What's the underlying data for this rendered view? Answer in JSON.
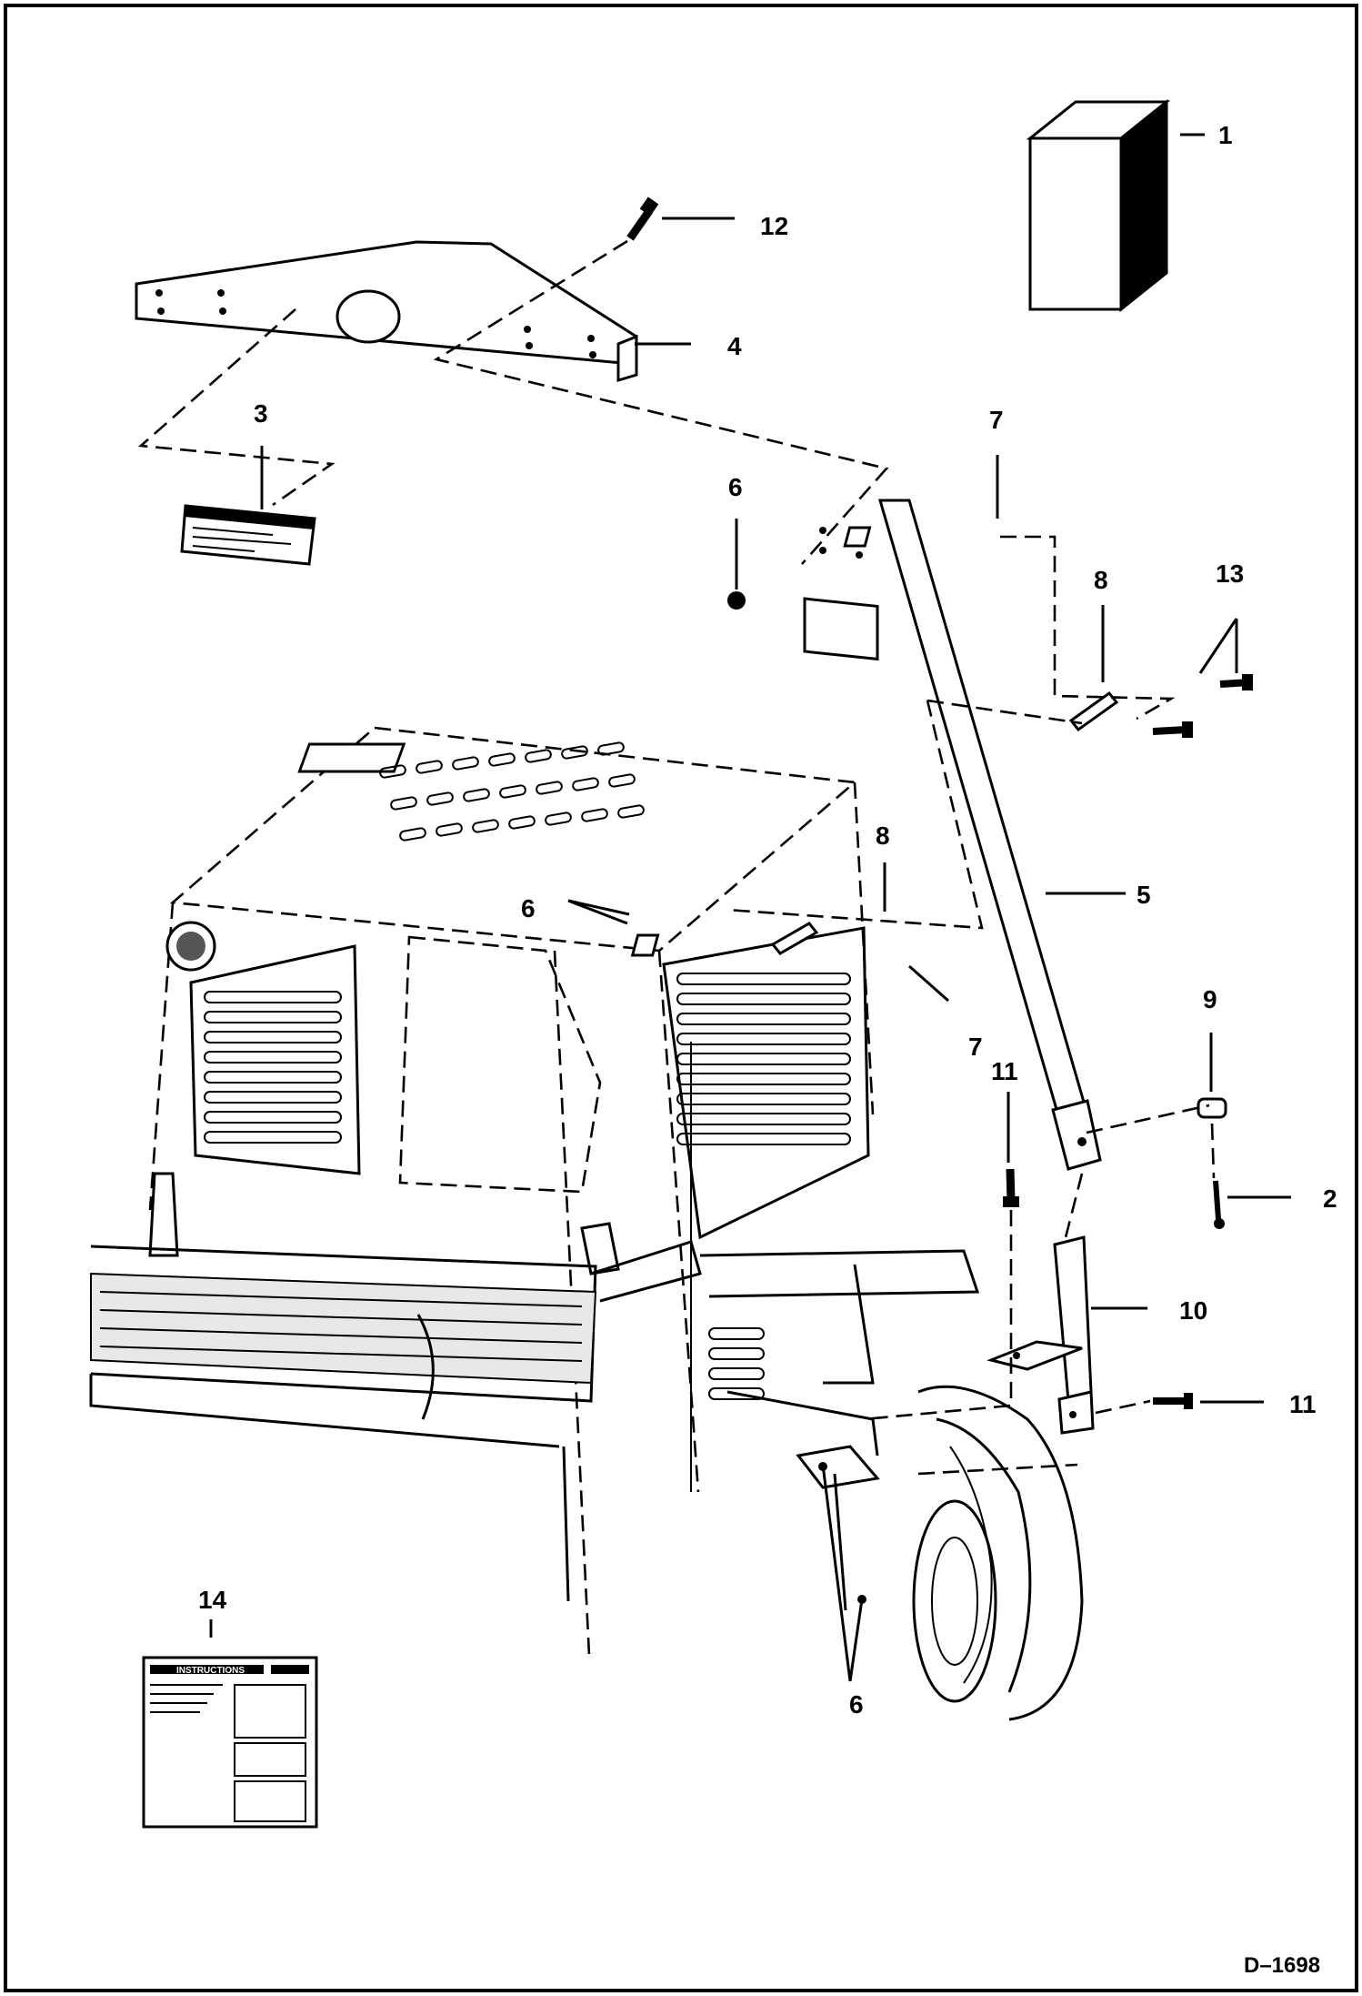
{
  "diagram": {
    "callouts": [
      {
        "id": "c1",
        "label": "1"
      },
      {
        "id": "c2",
        "label": "2"
      },
      {
        "id": "c3",
        "label": "3"
      },
      {
        "id": "c4",
        "label": "4"
      },
      {
        "id": "c5",
        "label": "5"
      },
      {
        "id": "c6a",
        "label": "6"
      },
      {
        "id": "c6b",
        "label": "6"
      },
      {
        "id": "c6c",
        "label": "6"
      },
      {
        "id": "c7a",
        "label": "7"
      },
      {
        "id": "c7b",
        "label": "7"
      },
      {
        "id": "c8a",
        "label": "8"
      },
      {
        "id": "c8b",
        "label": "8"
      },
      {
        "id": "c9",
        "label": "9"
      },
      {
        "id": "c10",
        "label": "10"
      },
      {
        "id": "c11a",
        "label": "11"
      },
      {
        "id": "c11b",
        "label": "11"
      },
      {
        "id": "c12",
        "label": "12"
      },
      {
        "id": "c13",
        "label": "13"
      },
      {
        "id": "c14",
        "label": "14"
      }
    ],
    "figure_ref": "D–1698",
    "instruction_card": {
      "heading": "INSTRUCTIONS"
    }
  }
}
